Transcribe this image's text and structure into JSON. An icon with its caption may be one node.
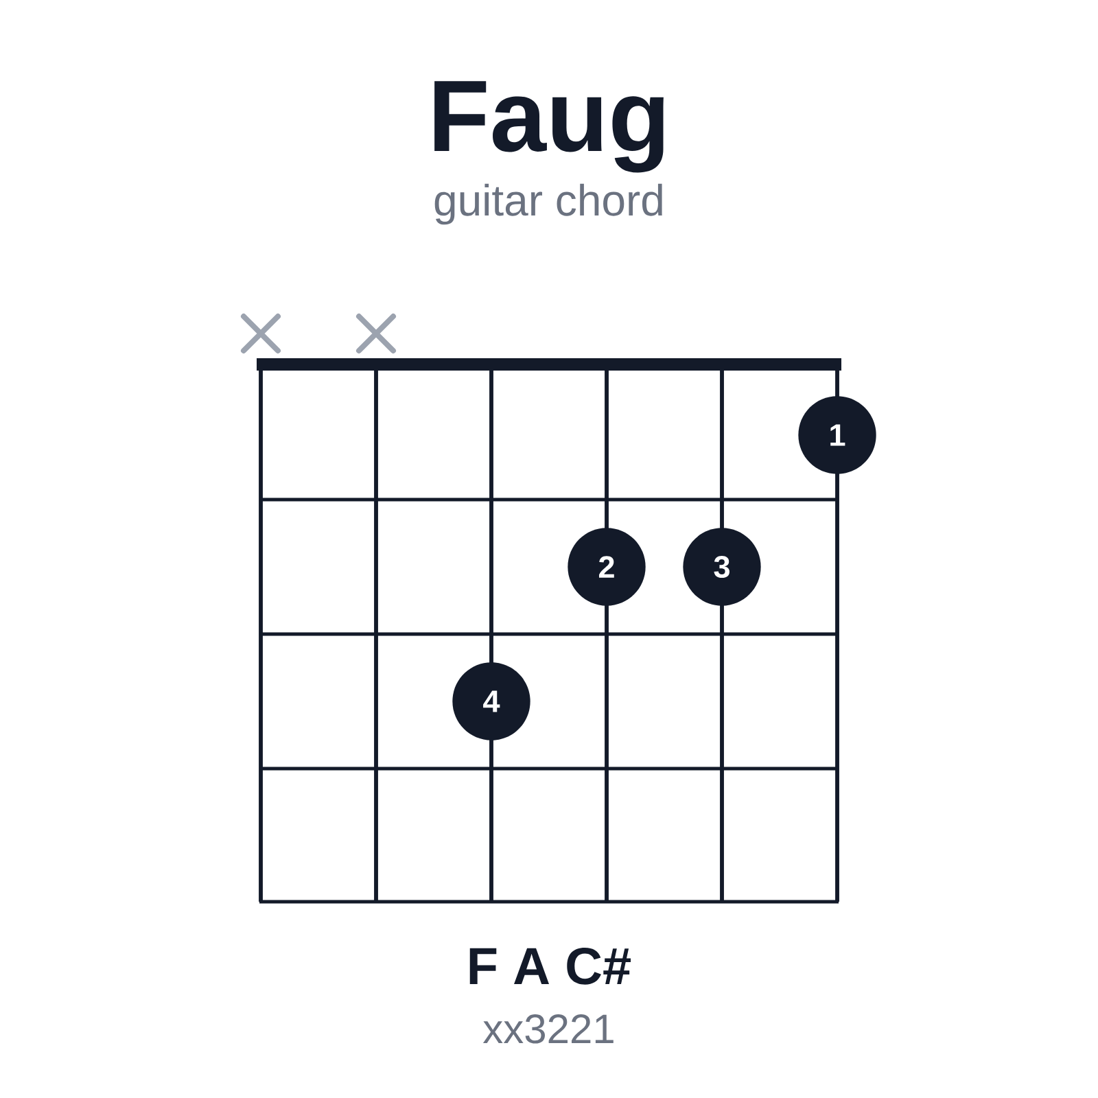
{
  "diagram": {
    "title": "Faug",
    "nodes": [
      {
        "text": [
          "1"
        ]
      },
      {
        "text": [
          "2"
        ]
      },
      {
        "text": [
          "3"
        ]
      },
      {
        "text": [
          "4"
        ]
      }
    ],
    "labels": [
      "guitar chord",
      "F A C#",
      "xx3221"
    ]
  }
}
